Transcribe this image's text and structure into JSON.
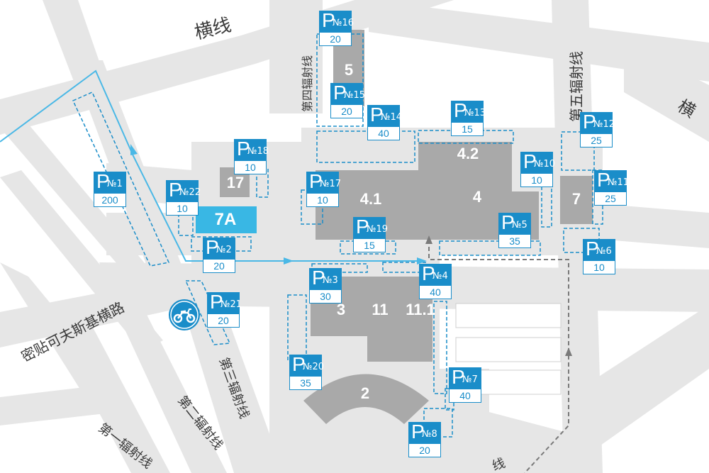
{
  "colors": {
    "road": "#e6e6e6",
    "building": "#a9a9a9",
    "accent": "#1a8dc9",
    "route": "#4ab8e6",
    "highlight": "#39b7e4"
  },
  "roads": {
    "heng_xian": "横线",
    "di_wu": "第五辐射线",
    "di_si": "第四辐射线",
    "mi_tie": "密贴可夫斯基横路",
    "di_san": "第三辐射线",
    "di_er": "第二辐射线",
    "di_yi": "第一辐射线",
    "heng_right": "横",
    "bottom_xian": "线"
  },
  "buildings": {
    "b5": "5",
    "b4_2": "4.2",
    "b4_1": "4.1",
    "b4": "4",
    "b17": "17",
    "b7a": "7A",
    "b7": "7",
    "b3": "3",
    "b11": "11",
    "b11_1": "11.1",
    "b2": "2"
  },
  "parking": [
    {
      "id": "p1",
      "num": "1",
      "cap": "200"
    },
    {
      "id": "p2",
      "num": "2",
      "cap": "20"
    },
    {
      "id": "p3",
      "num": "3",
      "cap": "30"
    },
    {
      "id": "p4",
      "num": "4",
      "cap": "40"
    },
    {
      "id": "p5",
      "num": "5",
      "cap": "35"
    },
    {
      "id": "p6",
      "num": "6",
      "cap": "10"
    },
    {
      "id": "p7",
      "num": "7",
      "cap": "40"
    },
    {
      "id": "p8",
      "num": "8",
      "cap": "20"
    },
    {
      "id": "p10",
      "num": "10",
      "cap": "10"
    },
    {
      "id": "p11",
      "num": "11",
      "cap": "25"
    },
    {
      "id": "p12",
      "num": "12",
      "cap": "25"
    },
    {
      "id": "p13",
      "num": "13",
      "cap": "15"
    },
    {
      "id": "p14",
      "num": "14",
      "cap": "40"
    },
    {
      "id": "p15",
      "num": "15",
      "cap": "20"
    },
    {
      "id": "p16",
      "num": "16",
      "cap": "20"
    },
    {
      "id": "p17",
      "num": "17",
      "cap": "10"
    },
    {
      "id": "p18",
      "num": "18",
      "cap": "10"
    },
    {
      "id": "p19",
      "num": "19",
      "cap": "15"
    },
    {
      "id": "p20",
      "num": "20",
      "cap": "35"
    },
    {
      "id": "p21",
      "num": "21",
      "cap": "20"
    },
    {
      "id": "p22",
      "num": "22",
      "cap": "10"
    }
  ],
  "sign_prefix": {
    "p": "P",
    "no": "№"
  },
  "icons": {
    "motorcycle": "motorcycle-icon",
    "route": "route-arrow-icon"
  }
}
